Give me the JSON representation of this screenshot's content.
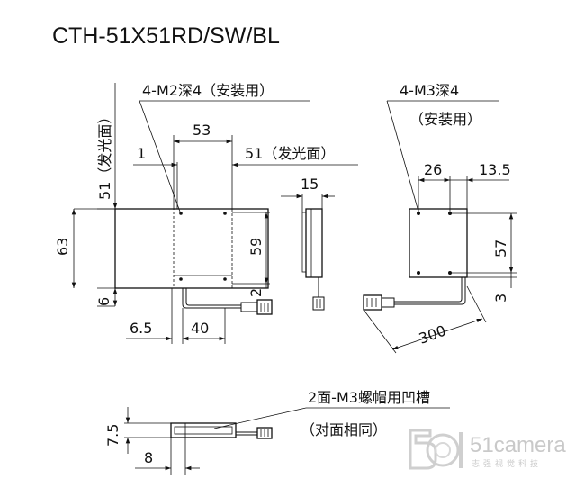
{
  "title": "CTH-51X51RD/SW/BL",
  "front_view": {
    "hole_label": "4-M2深4（安装用）",
    "emit_width_label": "51（发光面）",
    "emit_height_label": "51（发光面）",
    "dim_53": "53",
    "dim_1": "1",
    "dim_63": "63",
    "dim_59": "59",
    "dim_6": "6",
    "dim_2": "2",
    "dim_6_5": "6.5",
    "dim_40": "40"
  },
  "side_view": {
    "dim_15": "15"
  },
  "back_view": {
    "hole_label_1": "4-M3深4",
    "hole_label_2": "（安装用）",
    "dim_26": "26",
    "dim_13_5": "13.5",
    "dim_57": "57",
    "dim_3": "3",
    "dim_300": "300"
  },
  "bottom_view": {
    "groove_label_1": "2面-M3螺帽用凹槽",
    "groove_label_2": "（对面相同）",
    "dim_7_5": "7.5",
    "dim_8": "8"
  },
  "watermark": {
    "logo_text": "51camera",
    "logo_sub": "志强视觉科技"
  }
}
